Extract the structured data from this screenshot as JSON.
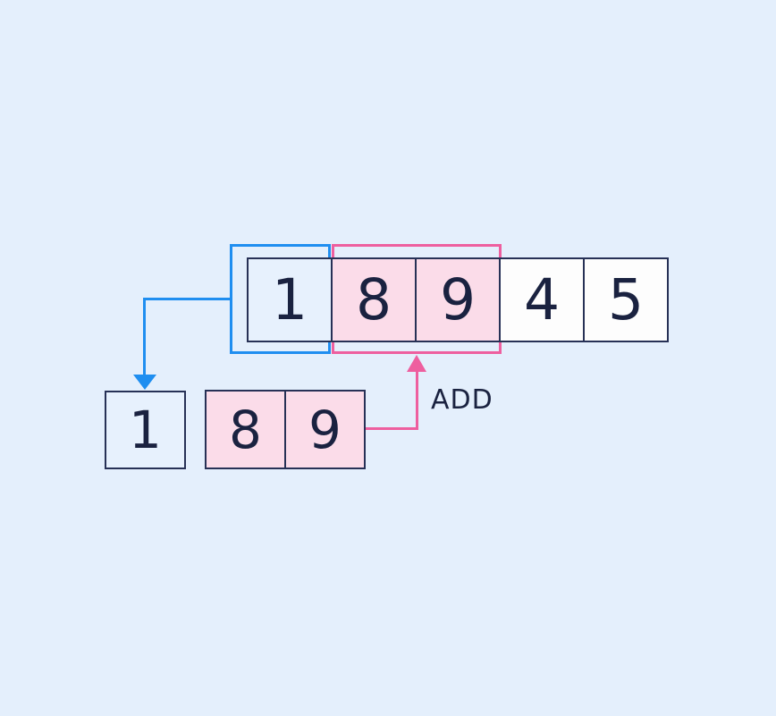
{
  "colors": {
    "bg": "#e4effc",
    "navy": "#273156",
    "ink": "#1a2240",
    "blue": "#1f8ef0",
    "pink": "#ee5f9f",
    "pink-fill": "#fbdce9",
    "white-fill": "#fdfdfd",
    "blue-fill": "#e7f1fd"
  },
  "diagram": {
    "main_array": {
      "cells": [
        {
          "value": "1",
          "state": "popped"
        },
        {
          "value": "8",
          "state": "window"
        },
        {
          "value": "9",
          "state": "window"
        },
        {
          "value": "4",
          "state": "plain"
        },
        {
          "value": "5",
          "state": "plain"
        }
      ]
    },
    "popped_box": {
      "value": "1"
    },
    "added_pair": {
      "cells": [
        {
          "value": "8"
        },
        {
          "value": "9"
        }
      ]
    },
    "add_label": "ADD"
  }
}
